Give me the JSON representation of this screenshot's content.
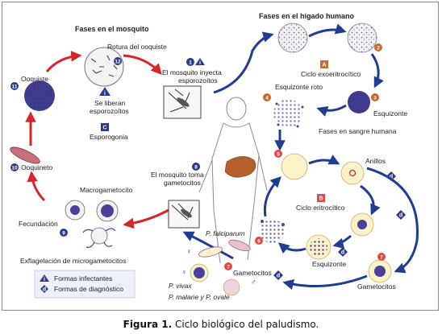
{
  "caption": {
    "figure_label": "Figura 1.",
    "text": "Ciclo biológico del paludismo."
  },
  "headings": {
    "mosquito": "Fases en el mosquito",
    "liver": "Fases en el hígado humano",
    "blood": "Fases en sangre humana"
  },
  "mosquito_stages": {
    "ooquiste_rotura": "Rotura del ooquiste",
    "se_liberan_1": "Se liberan",
    "se_liberan_2": "esporozoítos",
    "ooquiste": "Ooquiste",
    "esporogonia": "Esporogonia",
    "ooquineto": "Ooquineto",
    "macrogametocito": "Macrogametocito",
    "fecundacion": "Fecundación",
    "exflagelacion": "Exflagelación de microgametocitos"
  },
  "transmission": {
    "inyecta_1": "El mosquito inyecta",
    "inyecta_2": "esporozoítos",
    "toma_1": "El mosquito toma",
    "toma_2": "gametocitos"
  },
  "liver_stages": {
    "ciclo_exo": "Ciclo exoeritrocítico",
    "esquizonte": "Esquizonte",
    "esquizonte_roto": "Esquizonte roto"
  },
  "blood_stages": {
    "anillos": "Anillos",
    "ciclo_eri": "Ciclo eritrocítico",
    "esquizonte": "Esquizonte",
    "gametocitos_1": "Gametocitos",
    "gametocitos_2": "Gametocitos"
  },
  "species": {
    "falciparum": "P. falciparum",
    "vivax": "P. vivax",
    "malarie_ovale": "P. malarie y P. ovale"
  },
  "legend": {
    "infectantes": "Formas infectantes",
    "diagnostico": "Formas de diagnóstico"
  },
  "markers": {
    "n1": "1",
    "n2": "2",
    "n3": "3",
    "n4": "4",
    "n5": "5",
    "n6": "6",
    "n7": "7",
    "n8": "8",
    "n9": "9",
    "n10": "10",
    "n11": "11",
    "n12": "12",
    "A": "A",
    "B": "B",
    "C": "C",
    "i": "i",
    "d": "d"
  },
  "symbols": {
    "female": "♀",
    "male": "♂"
  },
  "colors": {
    "arrow_red": "#d7262b",
    "arrow_blue": "#1f3d93",
    "badge_orange": "#c8692e",
    "badge_red": "#e04a45",
    "badge_navy": "#2a3a8c",
    "parasite_purple": "#4b3f9c",
    "cell_pale": "#fbf2c8"
  }
}
